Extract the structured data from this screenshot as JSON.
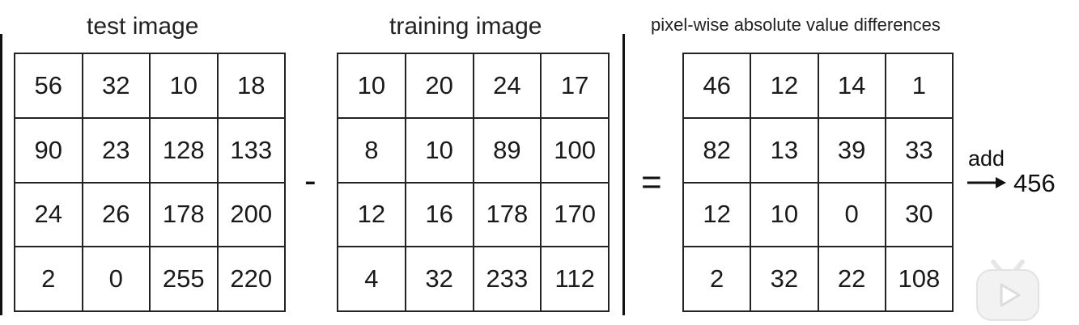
{
  "titles": {
    "test": "test image",
    "training": "training image",
    "diff": "pixel-wise absolute value differences"
  },
  "operators": {
    "minus": "-",
    "equals": "="
  },
  "test_image": [
    [
      "56",
      "32",
      "10",
      "18"
    ],
    [
      "90",
      "23",
      "128",
      "133"
    ],
    [
      "24",
      "26",
      "178",
      "200"
    ],
    [
      "2",
      "0",
      "255",
      "220"
    ]
  ],
  "training_image": [
    [
      "10",
      "20",
      "24",
      "17"
    ],
    [
      "8",
      "10",
      "89",
      "100"
    ],
    [
      "12",
      "16",
      "178",
      "170"
    ],
    [
      "4",
      "32",
      "233",
      "112"
    ]
  ],
  "difference": [
    [
      "46",
      "12",
      "14",
      "1"
    ],
    [
      "82",
      "13",
      "39",
      "33"
    ],
    [
      "12",
      "10",
      "0",
      "30"
    ],
    [
      "2",
      "32",
      "22",
      "108"
    ]
  ],
  "sum": {
    "label": "add",
    "result": "456",
    "arrow_icon": "right-arrow-icon"
  },
  "watermark": {
    "icon": "video-player-logo-icon",
    "color": "#f0f0f0"
  }
}
